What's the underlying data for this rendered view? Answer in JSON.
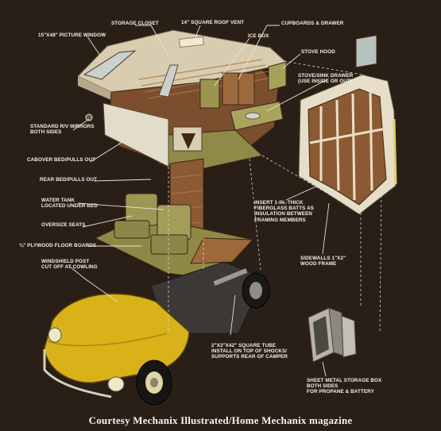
{
  "labels": {
    "storage_closet": "STORAGE CLOSET",
    "roof_vent": "14\" SQUARE ROOF VENT",
    "cupboards": "CUPBOARDS & DRAWER",
    "picture_window": "15\"X48\" PICTURE WINDOW",
    "ice_box": "ICE BOX",
    "stove_hood": "STOVE HOOD",
    "stove_sink_1": "STOVE/SINK DRAWER",
    "stove_sink_2": "(USE INSIDE OR OUT)",
    "mirrors_1": "STANDARD R/V MIRRORS",
    "mirrors_2": "BOTH SIDES",
    "cabover": "CABOVER BED/PULLS OUT",
    "rear_bed": "REAR BED/PULLS OUT",
    "water_tank_1": "WATER TANK",
    "water_tank_2": "LOCATED UNDER BED",
    "insert_1": "INSERT 1-IN.-THICK",
    "insert_2": "FIBERGLASS BATTS AS",
    "insert_3": "INSULATION BETWEEN",
    "insert_4": "FRAMING MEMBERS",
    "seats": "OVERSIZE SEATS",
    "plywood": "¾\" PLYWOOD FLOOR BOARDS",
    "sidewalls_1": "SIDEWALLS 1\"X2\"",
    "sidewalls_2": "WOOD FRAME",
    "windshield_1": "WINDSHIELD POST",
    "windshield_2": "CUT OFF AT COWLING",
    "tube_1": "2\"X3\"X42\" SQUARE TUBE",
    "tube_2": "INSTALL ON TOP OF SHOCKS/",
    "tube_3": "SUPPORTS REAR OF CAMPER",
    "storage_box_1": "SHEET METAL STORAGE BOX",
    "storage_box_2": "BOTH SIDES",
    "storage_box_3": "FOR PROPANE & BATTERY"
  },
  "caption": "Courtesy Mechanix Illustrated/Home Mechanix magazine",
  "colors": {
    "background": "#2a1f17",
    "wood": "#8a5a33",
    "roof": "#d8cdb0",
    "interior_green": "#8f8a48",
    "beetle_yellow": "#d9b21a",
    "leader_line": "#e8e2d4"
  }
}
